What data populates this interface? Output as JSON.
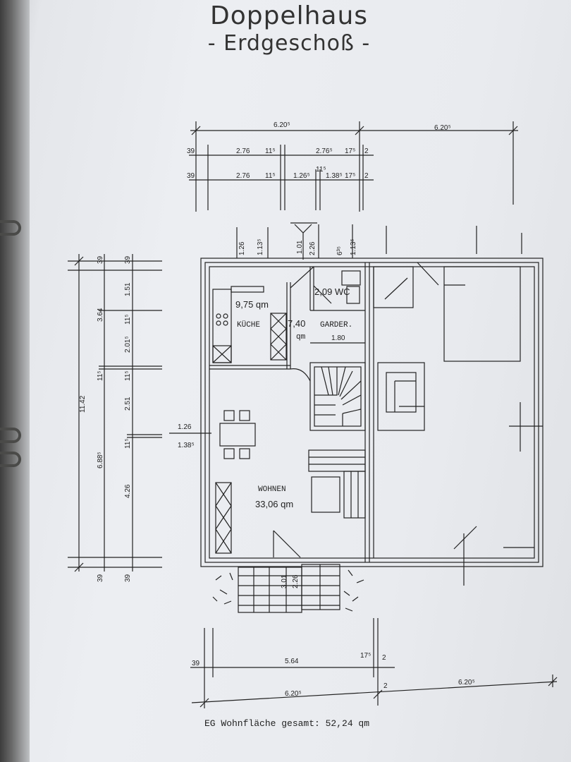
{
  "title": "Doppelhaus",
  "subtitle": "- Erdgeschoß -",
  "rooms": {
    "kitchen_area": "9,75 qm",
    "kitchen": "KÜCHE",
    "wc": "2,09 WC",
    "garderobe_area": "7,40",
    "garderobe": "GARDER.",
    "garderobe_unit": "qm",
    "garderobe_width": "1.80",
    "living": "WOHNEN",
    "living_area": "33,06 qm"
  },
  "dims_top": {
    "overall_left": "6.20⁵",
    "overall_right": "6.20⁵",
    "r1": [
      "39",
      "2.76",
      "11⁵",
      "2.76⁵",
      "17⁵",
      "2"
    ],
    "r2": [
      "39",
      "2.76",
      "11⁵",
      "1.26⁵",
      "11⁵",
      "1.38⁵",
      "17⁵",
      "2"
    ],
    "window": [
      "1.26",
      "1.13⁵",
      "1.01",
      "2.26",
      "6³⁵",
      "1.13⁵"
    ]
  },
  "dims_left": {
    "overall": "11.42",
    "top": "39",
    "seg_a": "3.64",
    "seg_b": "6.88⁵",
    "c1": "1.51",
    "c2": "11⁵",
    "c3": "2.01⁵",
    "c4": "11⁵",
    "c5": "2.51",
    "c6": "11⁵",
    "c7": "4.26",
    "c8": "11⁵",
    "bottom": "39",
    "bottom2": "39",
    "window1": "1.26",
    "window2": "1.38⁵",
    "top2": "39"
  },
  "dims_bottom": {
    "r1": [
      "39",
      "5.64",
      "17⁵",
      "2"
    ],
    "overall_left": "6.20⁵",
    "mid": "2",
    "overall_right": "6.20⁵"
  },
  "footer": "EG Wohnfläche gesamt: 52,24 qm"
}
